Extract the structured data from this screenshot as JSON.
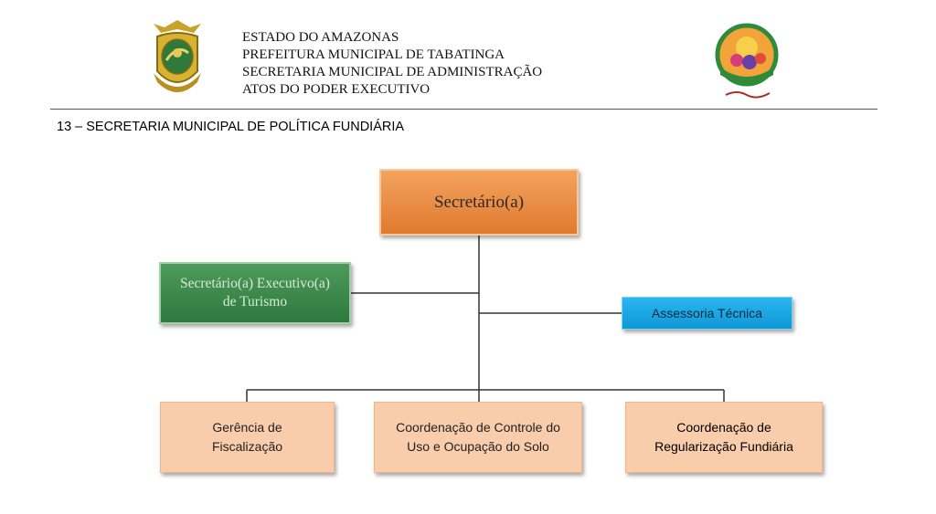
{
  "header": {
    "lines": [
      "ESTADO DO AMAZONAS",
      "PREFEITURA MUNICIPAL DE TABATINGA",
      "SECRETARIA MUNICIPAL DE ADMINISTRAÇÃO",
      "ATOS DO PODER EXECUTIVO"
    ]
  },
  "section_title": "13 – SECRETARIA MUNICIPAL DE POLÍTICA FUNDIÁRIA",
  "org": {
    "root": "Secretário(a)",
    "executive": {
      "line1": "Secretário(a) Executivo(a)",
      "line2": "de Turismo"
    },
    "advisory": "Assessoria Técnica",
    "units": [
      {
        "line1": "Gerência de",
        "line2": "Fiscalização"
      },
      {
        "line1": "Coordenação de Controle do",
        "line2": "Uso e Ocupação do Solo"
      },
      {
        "line1": "Coordenação de",
        "line2": "Regularização Fundiária"
      }
    ]
  },
  "colors": {
    "root": "#e8843a",
    "executive": "#3a8a4a",
    "advisory": "#1aa7e4",
    "units": "#f9ccab",
    "connector": "#333333"
  }
}
